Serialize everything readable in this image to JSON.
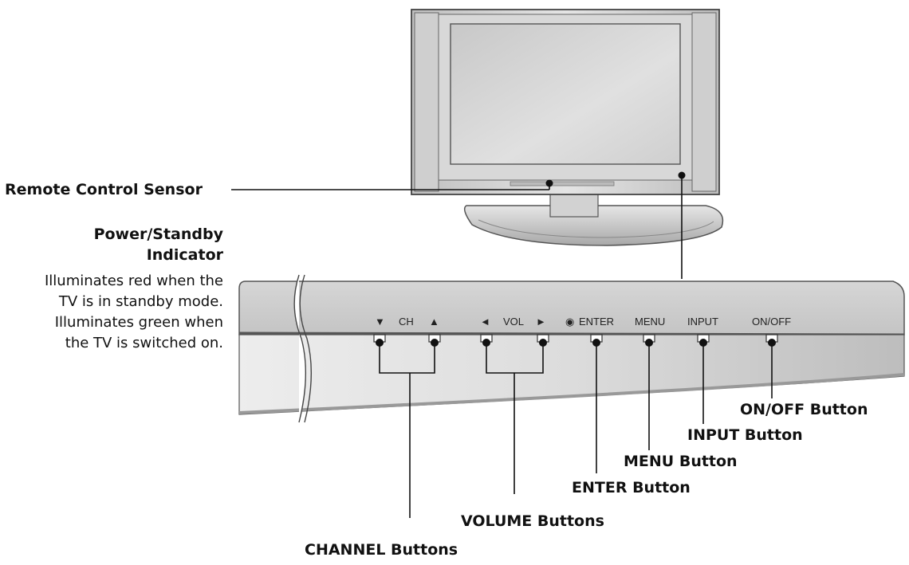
{
  "labels": {
    "remote_sensor": "Remote Control Sensor",
    "power_indicator_line1": "Power/Standby",
    "power_indicator_line2": "Indicator",
    "power_desc": [
      "Illuminates red when the",
      "TV is in standby mode.",
      "Illuminates green when",
      "the TV is switched on."
    ],
    "channel_buttons": "CHANNEL Buttons",
    "volume_buttons": "VOLUME Buttons",
    "enter_button": "ENTER Button",
    "menu_button": "MENU Button",
    "input_button": "INPUT Button",
    "onoff_button": "ON/OFF Button"
  },
  "panel": {
    "ch_down": "▼",
    "ch": "CH",
    "ch_up": "▲",
    "vol_left": "◄",
    "vol": "VOL",
    "vol_right": "►",
    "enter_symbol": "◉",
    "enter": "ENTER",
    "menu": "MENU",
    "input": "INPUT",
    "onoff": "ON/OFF"
  }
}
